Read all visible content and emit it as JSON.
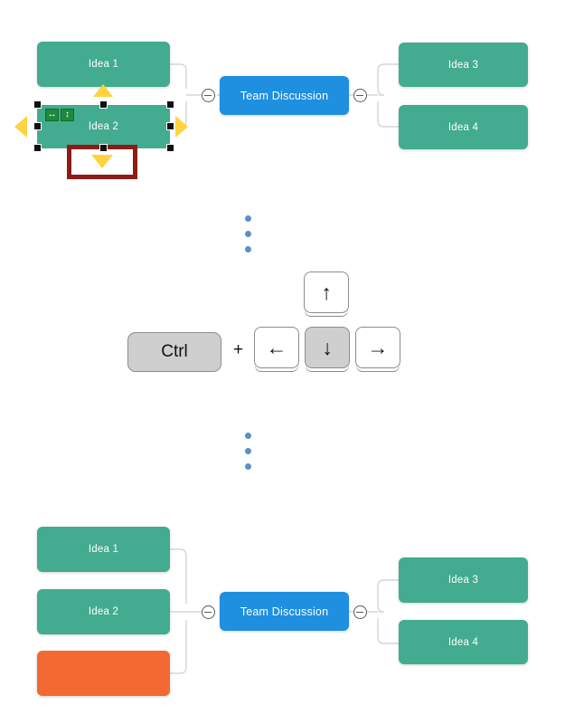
{
  "app": {
    "title": "Mind map node move demo",
    "background": "#ffffff"
  },
  "palette": {
    "node_green": "#43ab8f",
    "node_blue": "#1f8fe0",
    "node_orange": "#f26a31",
    "handle_black": "#111111",
    "badge_green": "#1f8a3c",
    "drop_arrow_yellow": "#fdd341",
    "callout_red": "#8e1b16",
    "dot_blue": "#5b8fcb",
    "connector_gray": "#d5d5d5",
    "key_pressed_gray": "#cfcfcf"
  },
  "before_diagram": {
    "label": "before-state-mindmap",
    "center_node": {
      "text": "Team Discussion",
      "color": "#1f8fe0"
    },
    "left_children": [
      {
        "text": "Idea 1",
        "color": "#43ab8f",
        "selected": false
      },
      {
        "text": "Idea 2",
        "color": "#43ab8f",
        "selected": true
      }
    ],
    "right_children": [
      {
        "text": "Idea 3",
        "color": "#43ab8f"
      },
      {
        "text": "Idea 4",
        "color": "#43ab8f"
      }
    ],
    "toggles": [
      {
        "name": "collapse-left-branch",
        "state": "minus"
      },
      {
        "name": "collapse-right-branch",
        "state": "minus"
      }
    ],
    "selection": {
      "target": "Idea 2",
      "handle_count": 8,
      "badges": [
        {
          "name": "resize-horizontal-badge",
          "glyph": "↔"
        },
        {
          "name": "resize-vertical-badge",
          "glyph": "↕"
        }
      ],
      "drop_arrows": [
        {
          "name": "drop-arrow-up",
          "direction": "up"
        },
        {
          "name": "drop-arrow-down",
          "direction": "down"
        },
        {
          "name": "drop-arrow-left",
          "direction": "left"
        },
        {
          "name": "drop-arrow-right",
          "direction": "right"
        }
      ],
      "callout": {
        "name": "highlight-down-arrow",
        "color": "#8e1b16"
      }
    }
  },
  "keyboard": {
    "label": "keyboard-shortcut",
    "modifier": {
      "cap": "Ctrl",
      "pressed": true
    },
    "plus": "+",
    "keys": [
      {
        "name": "arrow-up-key",
        "glyph": "↑",
        "pressed": false
      },
      {
        "name": "arrow-left-key",
        "glyph": "←",
        "pressed": false
      },
      {
        "name": "arrow-down-key",
        "glyph": "↓",
        "pressed": true
      },
      {
        "name": "arrow-right-key",
        "glyph": "→",
        "pressed": false
      }
    ]
  },
  "ellipsis": {
    "top": {
      "name": "vertical-ellipsis-top",
      "dots": 3
    },
    "bottom": {
      "name": "vertical-ellipsis-bottom",
      "dots": 3
    }
  },
  "after_diagram": {
    "label": "after-state-mindmap",
    "center_node": {
      "text": "Team Discussion",
      "color": "#1f8fe0"
    },
    "left_children": [
      {
        "text": "Idea 1",
        "color": "#43ab8f"
      },
      {
        "text": "Idea 2",
        "color": "#43ab8f"
      },
      {
        "text": "",
        "color": "#f26a31"
      }
    ],
    "right_children": [
      {
        "text": "Idea 3",
        "color": "#43ab8f"
      },
      {
        "text": "Idea 4",
        "color": "#43ab8f"
      }
    ],
    "toggles": [
      {
        "name": "collapse-left-branch",
        "state": "minus"
      },
      {
        "name": "collapse-right-branch",
        "state": "minus"
      }
    ]
  }
}
